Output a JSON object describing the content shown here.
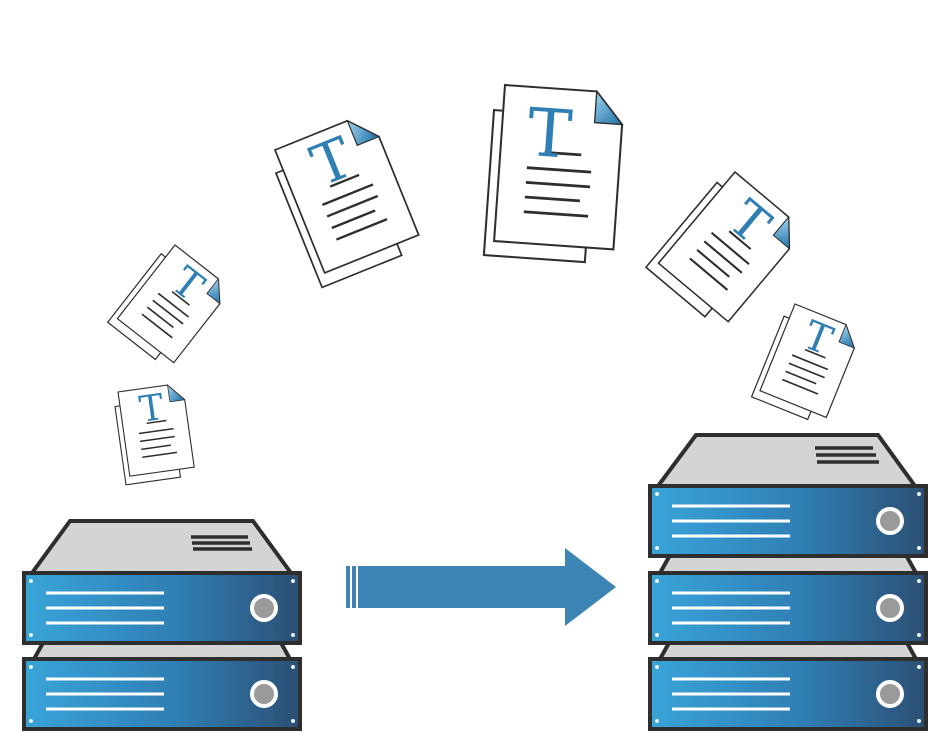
{
  "diagram": {
    "documents": [
      {
        "letter": "T"
      },
      {
        "letter": "T"
      },
      {
        "letter": "T"
      },
      {
        "letter": "T"
      },
      {
        "letter": "T"
      },
      {
        "letter": "T"
      }
    ],
    "source_server": {
      "units": 2
    },
    "target_server": {
      "units": 3
    },
    "colors": {
      "accent_blue": "#2f7fb5",
      "unit_dark": "#2c4f73",
      "unit_light": "#39a4d8",
      "arrow": "#3c84b4",
      "frame": "#2e2e2e",
      "top_gray": "#d4d4d4"
    }
  }
}
